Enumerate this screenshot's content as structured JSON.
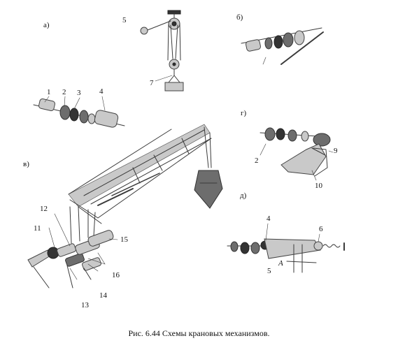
{
  "caption": "Рис. 6.44 Схемы крановых механизмов.",
  "sections": {
    "a": "а)",
    "b": "б)",
    "v": "в)",
    "g": "г)",
    "d": "д)"
  },
  "numbers": {
    "a_1": "1",
    "a_2": "2",
    "a_3": "3",
    "a_4": "4",
    "a_5": "5",
    "a_7": "7",
    "g_2": "2",
    "g_9": "9",
    "g_10": "10",
    "d_4": "4",
    "d_5": "5",
    "d_6": "6",
    "d_A": "А",
    "v_11": "11",
    "v_12": "12",
    "v_13": "13",
    "v_14": "14",
    "v_15": "15",
    "v_16": "16"
  }
}
